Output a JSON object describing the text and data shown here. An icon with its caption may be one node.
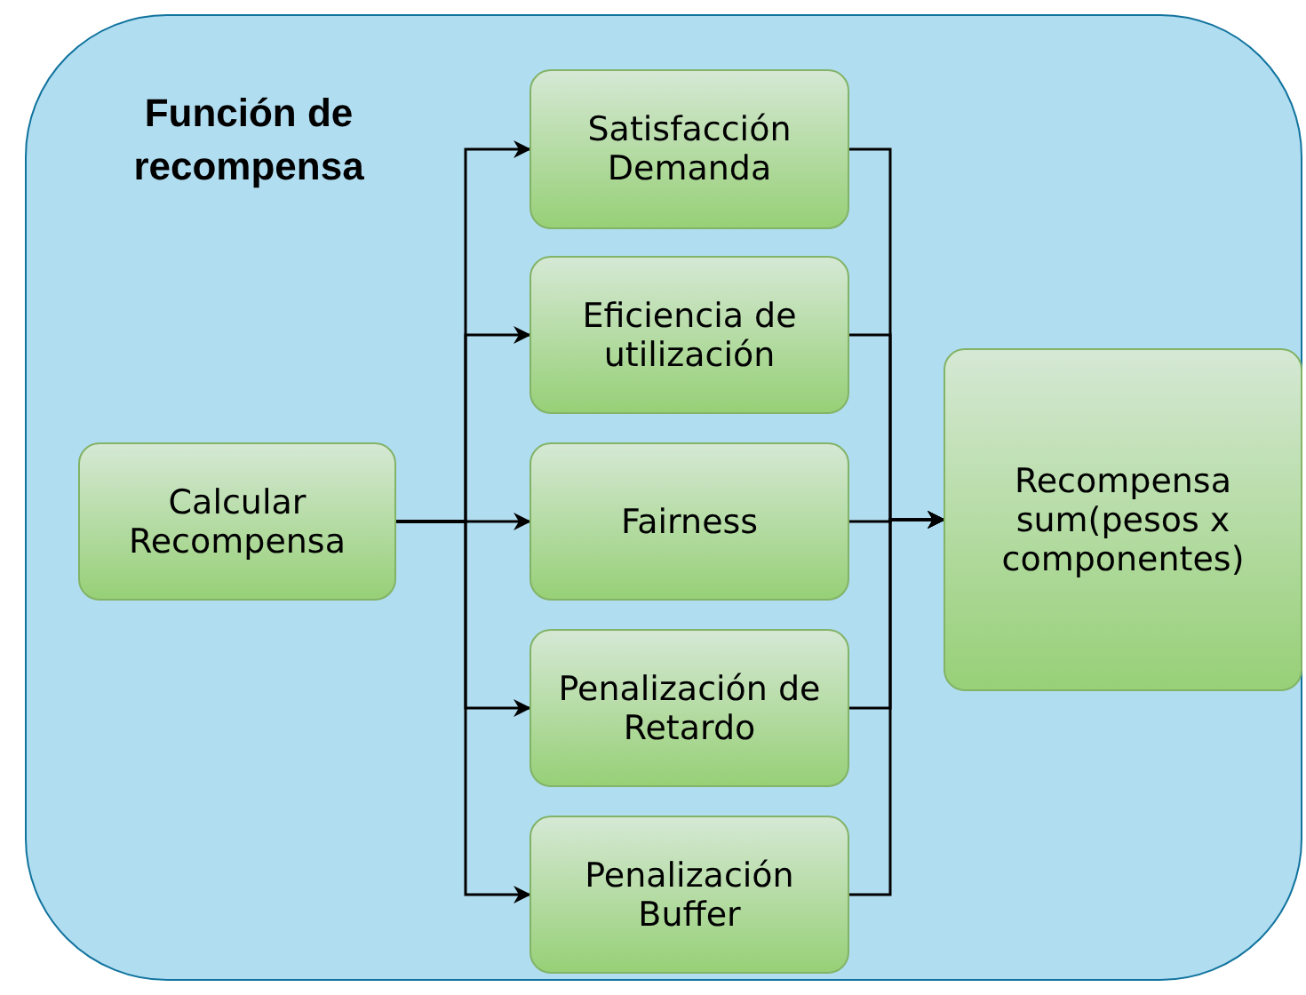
{
  "diagram": {
    "nodes": [
      {
        "text": [
          "Función de recompensa"
        ]
      },
      {
        "text": [
          "Calcular Recompensa"
        ],
        "in": 0
      },
      {
        "text": [
          "Satisfacción Demanda"
        ],
        "in": 0
      },
      {
        "text": [
          "Eficiencia de utilización"
        ],
        "in": 0
      },
      {
        "text": [
          "Fairness"
        ],
        "in": 0
      },
      {
        "text": [
          "Penalización de Retardo"
        ],
        "in": 0
      },
      {
        "text": [
          "Penalización Buffer"
        ],
        "in": 0
      },
      {
        "text": [
          "Recompensa",
          "sum(pesos x componentes)"
        ],
        "in": 0
      }
    ],
    "edges": [
      {
        "from": 1,
        "to": 2,
        "arrow": "to"
      },
      {
        "from": 1,
        "to": 3,
        "arrow": "to"
      },
      {
        "from": 1,
        "to": 4,
        "arrow": "to"
      },
      {
        "from": 1,
        "to": 5,
        "arrow": "to"
      },
      {
        "from": 1,
        "to": 6,
        "arrow": "to"
      },
      {
        "from": 2,
        "to": 7,
        "arrow": "to"
      },
      {
        "from": 3,
        "to": 7,
        "arrow": "to"
      },
      {
        "from": 4,
        "to": 7,
        "arrow": "to"
      },
      {
        "from": 5,
        "to": 7,
        "arrow": "to"
      },
      {
        "from": 6,
        "to": 7,
        "arrow": "to"
      }
    ]
  }
}
